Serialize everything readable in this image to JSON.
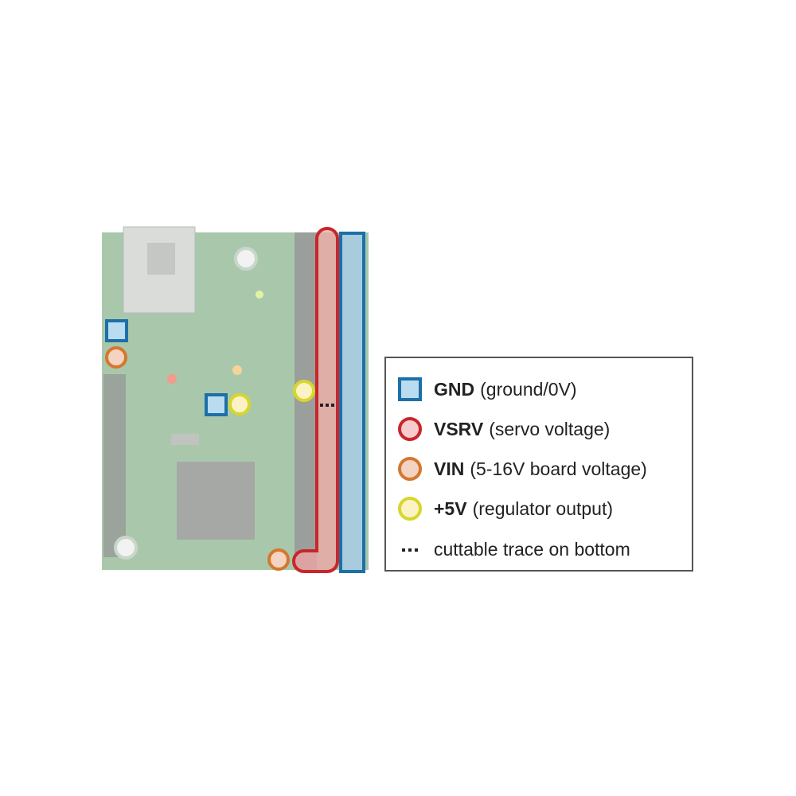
{
  "legend": {
    "items": [
      {
        "key": "GND",
        "desc": "(ground/0V)",
        "marker": "square",
        "stroke": "#1d6fa8",
        "fill": "#b9dcf0"
      },
      {
        "key": "VSRV",
        "desc": "(servo voltage)",
        "marker": "circle",
        "stroke": "#c8262b",
        "fill": "#f6cccc"
      },
      {
        "key": "VIN",
        "desc": "(5-16V board voltage)",
        "marker": "circle",
        "stroke": "#d3782f",
        "fill": "#f5d3c2"
      },
      {
        "key": "+5V",
        "desc": "(regulator output)",
        "marker": "circle",
        "stroke": "#d8d62a",
        "fill": "#fbf3c6"
      },
      {
        "key": "",
        "desc": "cuttable trace on bottom",
        "marker": "dots",
        "stroke": "#222",
        "fill": "#222"
      }
    ]
  },
  "colors": {
    "board": "#a9c8ab",
    "gnd": "#1d6fa8",
    "vsrv": "#c8262b",
    "vin": "#d3782f",
    "v5": "#d8d62a"
  }
}
